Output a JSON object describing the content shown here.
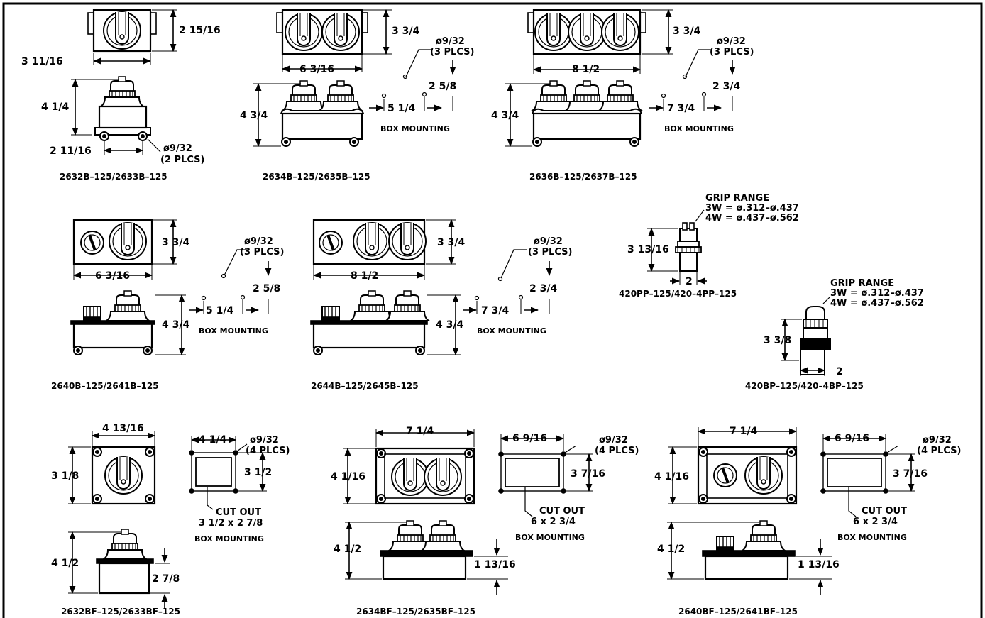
{
  "colors": {
    "ink": "#000000",
    "paper": "#ffffff",
    "grey": "#8c8c8c"
  },
  "row1": {
    "m1": {
      "d_height": "2 15/16",
      "d_width": "3 11/16",
      "d_side_height": "4 1/4",
      "d_mount": "2 11/16",
      "hole_size": "ø9/32",
      "hole_count": "(2 PLCS)",
      "title": "2632B–125/2633B–125"
    },
    "m2": {
      "d_height": "3 3/4",
      "d_width": "6 3/16",
      "d_side_height": "4 3/4",
      "hole_size": "ø9/32",
      "hole_count": "(3 PLCS)",
      "d_vert": "2 5/8",
      "d_horiz": "5 1/4",
      "box_mounting": "BOX MOUNTING",
      "title": "2634B–125/2635B–125"
    },
    "m3": {
      "d_height": "3 3/4",
      "d_width": "8 1/2",
      "d_side_height": "4 3/4",
      "hole_size": "ø9/32",
      "hole_count": "(3 PLCS)",
      "d_vert": "2 3/4",
      "d_horiz": "7 3/4",
      "box_mounting": "BOX MOUNTING",
      "title": "2636B–125/2637B–125"
    }
  },
  "row2": {
    "m1": {
      "d_height": "3 3/4",
      "d_width": "6 3/16",
      "d_side_height": "4 3/4",
      "hole_size": "ø9/32",
      "hole_count": "(3 PLCS)",
      "d_vert": "2 5/8",
      "d_horiz": "5 1/4",
      "box_mounting": "BOX MOUNTING",
      "title": "2640B–125/2641B–125"
    },
    "m2": {
      "d_height": "3 3/4",
      "d_width": "8 1/2",
      "d_side_height": "4 3/4",
      "hole_size": "ø9/32",
      "hole_count": "(3 PLCS)",
      "d_vert": "2 3/4",
      "d_horiz": "7 3/4",
      "box_mounting": "BOX MOUNTING",
      "title": "2644B–125/2645B–125"
    },
    "plug": {
      "grip_range": "GRIP RANGE",
      "grip_3w": "3W = ø.312–ø.437",
      "grip_4w": "4W = ø.437–ø.562",
      "d_height": "3 13/16",
      "d_dia": "2",
      "title": "420PP–125/420–4PP–125"
    },
    "connector": {
      "grip_range": "GRIP RANGE",
      "grip_3w": "3W = ø.312–ø.437",
      "grip_4w": "4W = ø.437–ø.562",
      "d_height": "3 3/8",
      "d_dia": "2",
      "title": "420BP–125/420–4BP–125"
    }
  },
  "row3": {
    "m1": {
      "d_width": "4 13/16",
      "d_height": "3 1/8",
      "d_cut_w": "4 1/4",
      "d_cut_h": "3 1/2",
      "hole_size": "ø9/32",
      "hole_count": "(4 PLCS)",
      "cut_out": "CUT OUT",
      "cut_size": "3 1/2 x 2 7/8",
      "box_mounting": "BOX MOUNTING",
      "d_side_height": "4 1/2",
      "d_depth": "2 7/8",
      "title": "2632BF–125/2633BF–125"
    },
    "m2": {
      "d_width": "7 1/4",
      "d_height": "4 1/16",
      "d_cut_w": "6 9/16",
      "d_cut_h": "3 7/16",
      "hole_size": "ø9/32",
      "hole_count": "(4 PLCS)",
      "cut_out": "CUT OUT",
      "cut_size": "6 x 2 3/4",
      "box_mounting": "BOX MOUNTING",
      "d_side_height": "4 1/2",
      "d_depth": "1 13/16",
      "title": "2634BF–125/2635BF–125"
    },
    "m3": {
      "d_width": "7 1/4",
      "d_height": "4 1/16",
      "d_cut_w": "6 9/16",
      "d_cut_h": "3 7/16",
      "hole_size": "ø9/32",
      "hole_count": "(4 PLCS)",
      "cut_out": "CUT OUT",
      "cut_size": "6 x 2 3/4",
      "box_mounting": "BOX MOUNTING",
      "d_side_height": "4 1/2",
      "d_depth": "1 13/16",
      "title": "2640BF–125/2641BF–125"
    }
  }
}
